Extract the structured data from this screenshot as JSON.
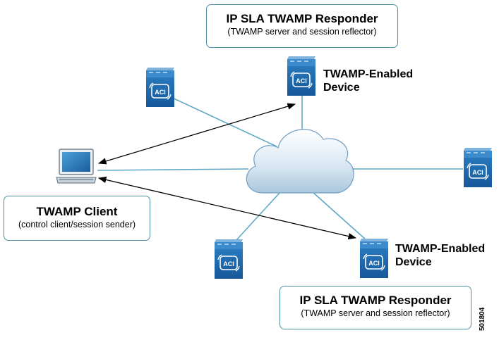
{
  "responder_top": {
    "title": "IP SLA TWAMP Responder",
    "subtitle": "(TWAMP server and session reflector)"
  },
  "responder_bottom": {
    "title": "IP SLA TWAMP Responder",
    "subtitle": "(TWAMP server and session reflector)"
  },
  "client": {
    "title": "TWAMP Client",
    "subtitle": "(control client/session sender)"
  },
  "device_top": {
    "line1": "TWAMP-Enabled",
    "line2": "Device"
  },
  "device_bottom": {
    "line1": "TWAMP-Enabled",
    "line2": "Device"
  },
  "switch_label": "ACI",
  "figure_code": "501804",
  "colors": {
    "link": "#5ea8c4",
    "box_border": "#4f8fa6",
    "switch_body": "#1f6db3",
    "arrow": "#000000"
  }
}
